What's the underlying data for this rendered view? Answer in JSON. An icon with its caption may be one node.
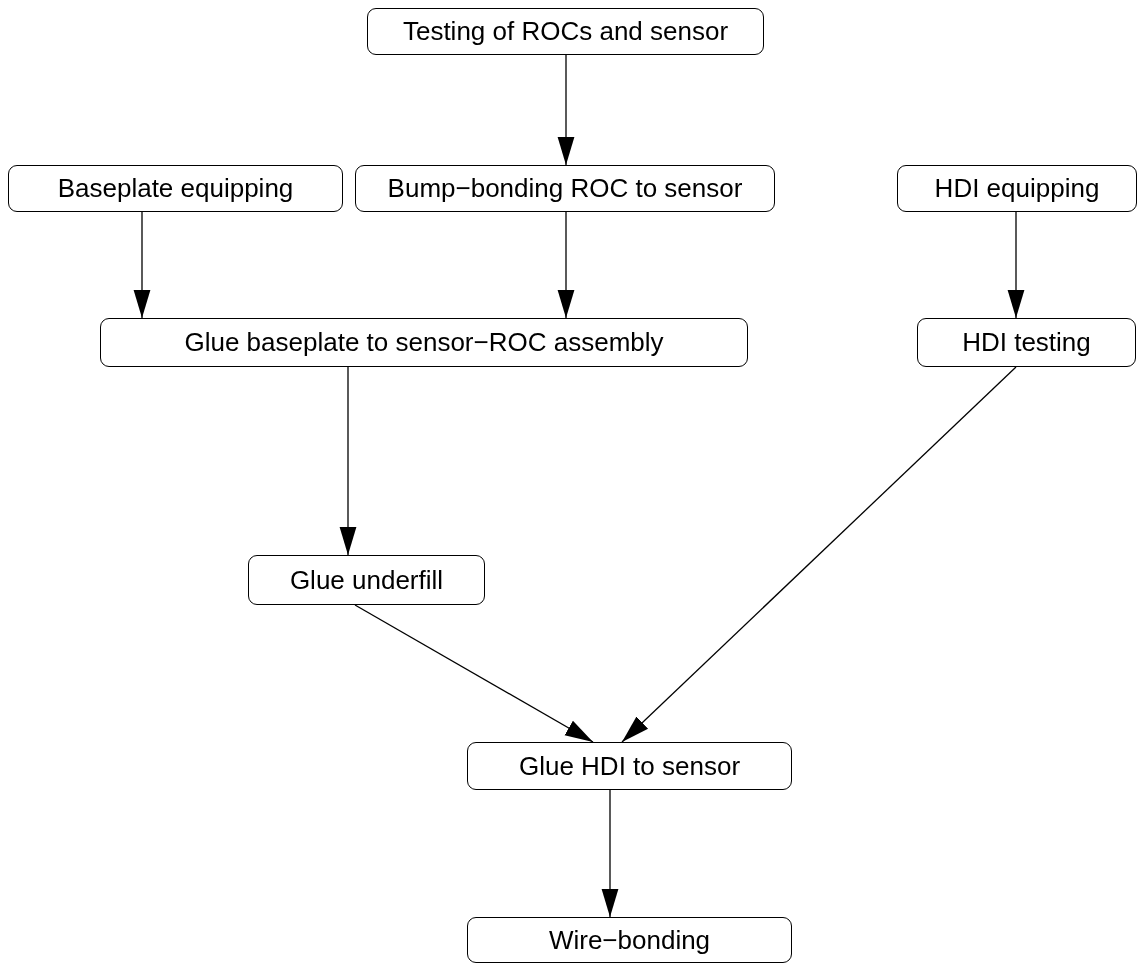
{
  "diagram": {
    "nodes": [
      {
        "text": [
          "Testing of ROCs and sensor"
        ]
      },
      {
        "text": [
          "Baseplate equipping"
        ]
      },
      {
        "text": [
          "Bump−bonding ROC to sensor"
        ]
      },
      {
        "text": [
          "HDI equipping"
        ]
      },
      {
        "text": [
          "Glue baseplate to sensor−ROC assembly"
        ]
      },
      {
        "text": [
          "HDI testing"
        ]
      },
      {
        "text": [
          "Glue underfill"
        ]
      },
      {
        "text": [
          "Glue HDI to sensor"
        ]
      },
      {
        "text": [
          "Wire−bonding"
        ]
      }
    ],
    "edges": [
      {
        "from": 0,
        "to": 2,
        "arrow": "to"
      },
      {
        "from": 1,
        "to": 4,
        "arrow": "to"
      },
      {
        "from": 2,
        "to": 4,
        "arrow": "to"
      },
      {
        "from": 3,
        "to": 5,
        "arrow": "to"
      },
      {
        "from": 4,
        "to": 6,
        "arrow": "to"
      },
      {
        "from": 6,
        "to": 7,
        "arrow": "to"
      },
      {
        "from": 5,
        "to": 7,
        "arrow": "to"
      },
      {
        "from": 7,
        "to": 8,
        "arrow": "to"
      }
    ]
  }
}
